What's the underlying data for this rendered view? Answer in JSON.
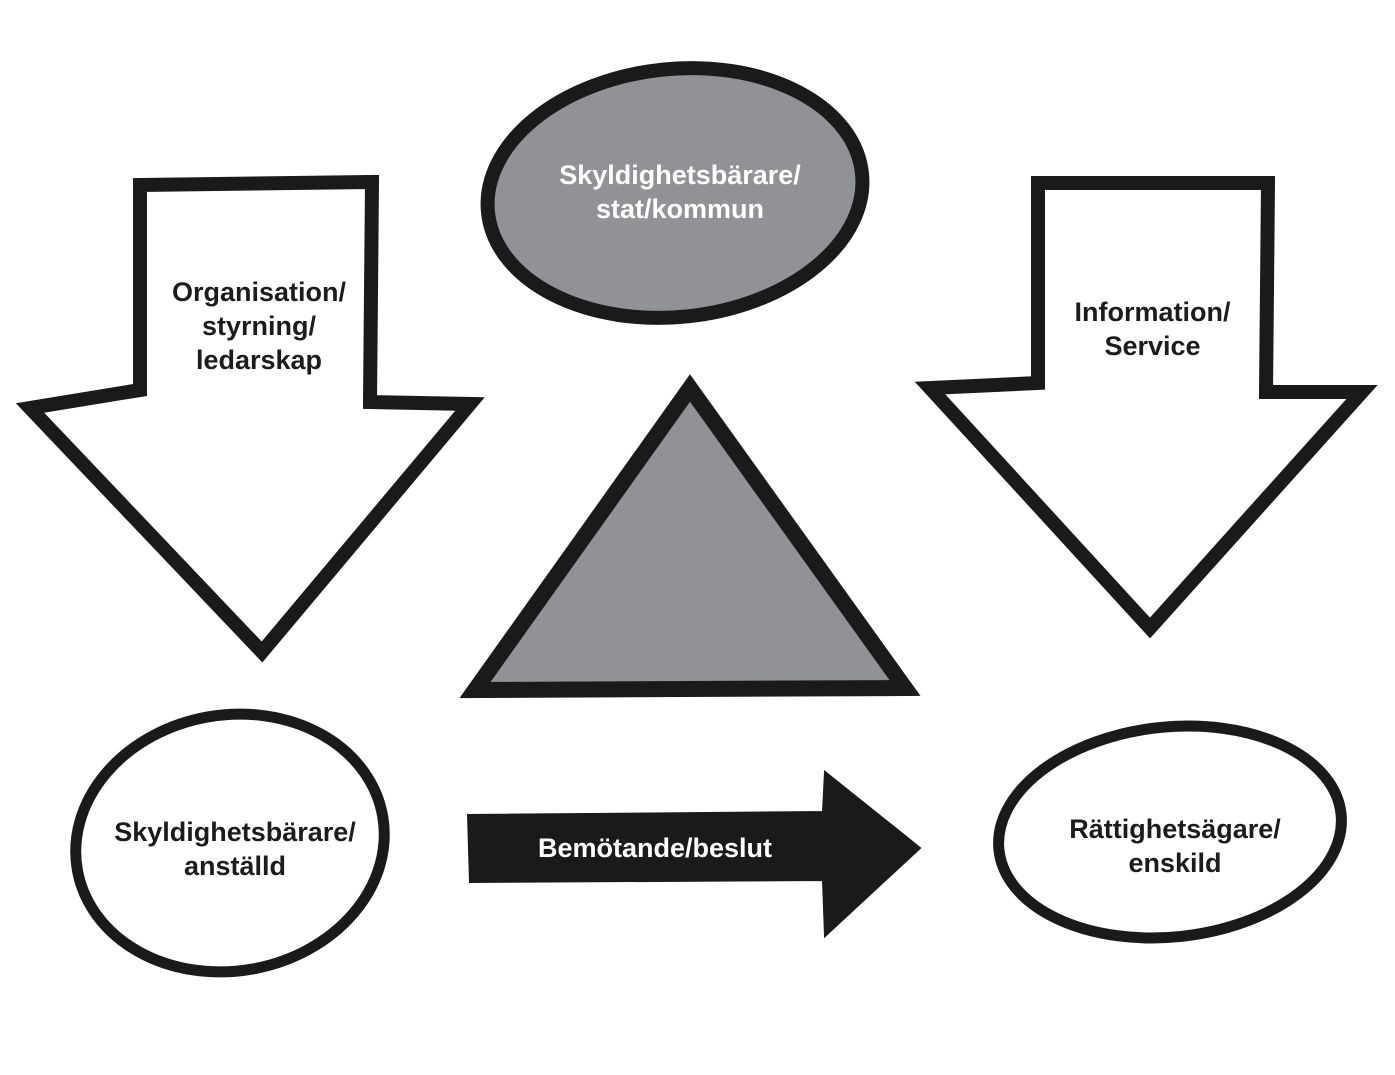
{
  "colors": {
    "outline": "#1a1a1a",
    "fill_gray": "#919295",
    "background": "#ffffff",
    "text_dark": "#1c1c1c",
    "text_light": "#ffffff"
  },
  "nodes": {
    "top_ellipse": {
      "line1": "Skyldighetsbärare/",
      "line2": "stat/kommun"
    },
    "left_arrow": {
      "line1": "Organisation/",
      "line2": "styrning/",
      "line3": "ledarskap"
    },
    "right_arrow": {
      "line1": "Information/",
      "line2": "Service"
    },
    "bottom_left_circle": {
      "line1": "Skyldighetsbärare/",
      "line2": "anställd"
    },
    "bottom_right_circle": {
      "line1": "Rättighetsägare/",
      "line2": "enskild"
    },
    "bottom_arrow": {
      "label": "Bemötande/beslut"
    }
  }
}
